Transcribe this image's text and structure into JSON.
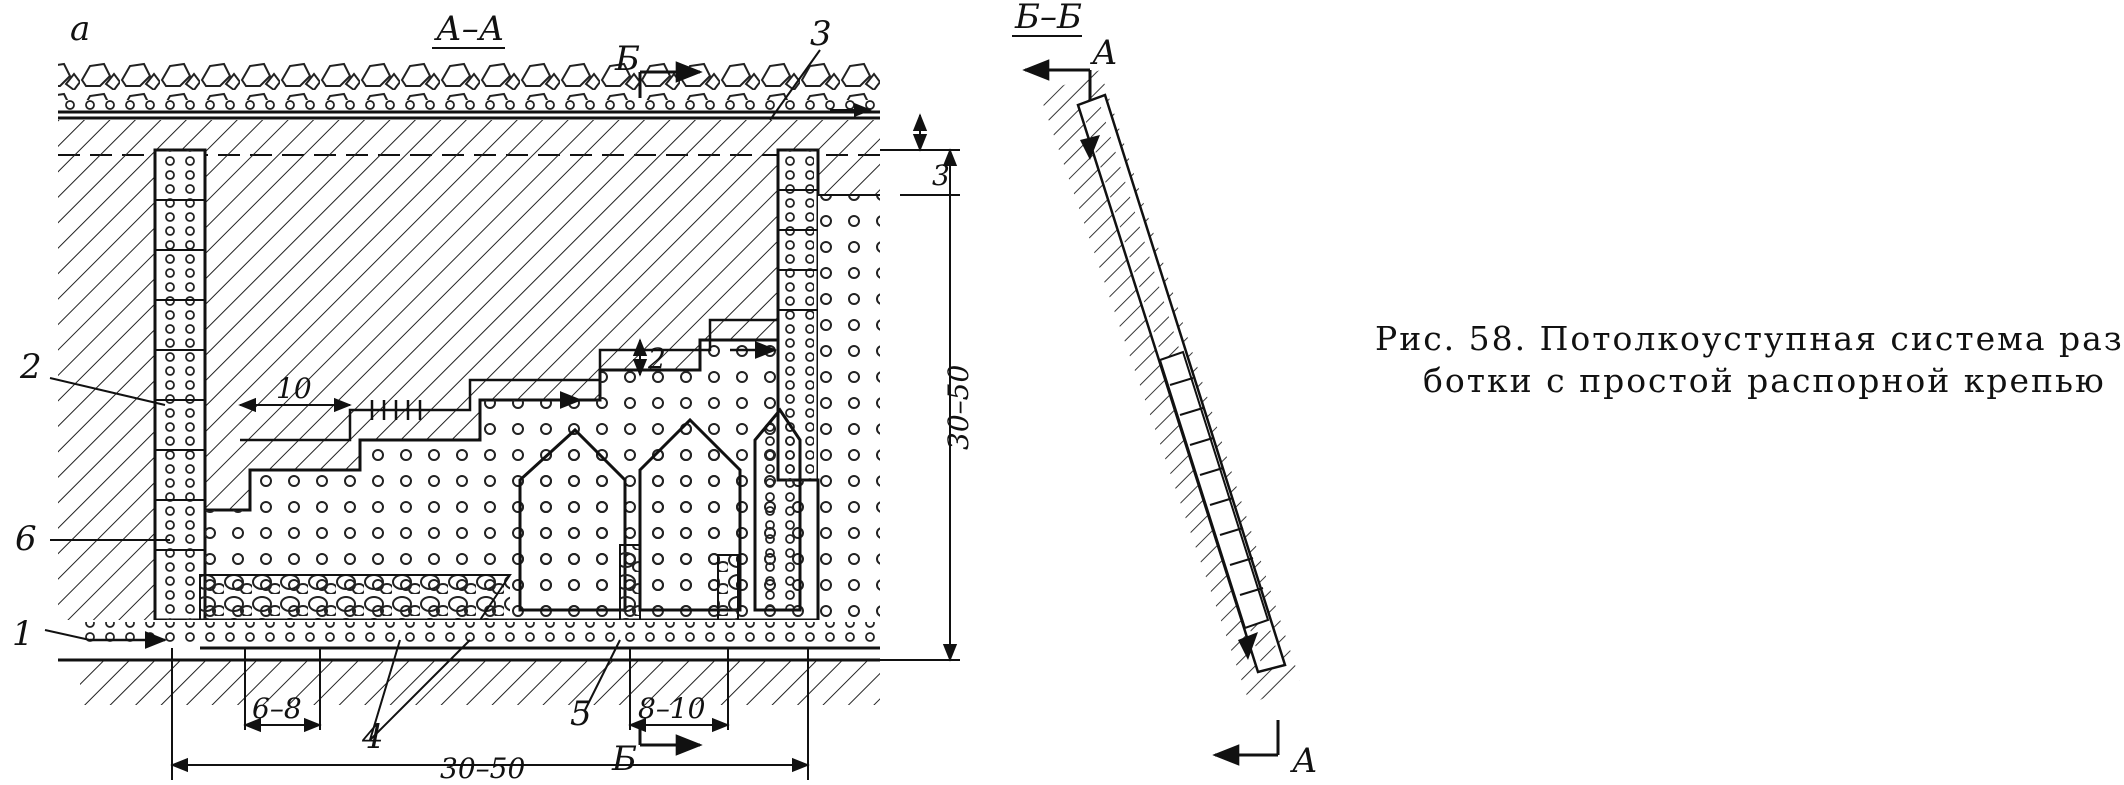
{
  "figure": {
    "panel_label": "а",
    "section_a_title": "А–А",
    "section_b_title": "Б–Б",
    "section_mark_b": "Б",
    "section_mark_a": "А",
    "labels": {
      "n1": "1",
      "n2": "2",
      "n3": "3",
      "n4": "4",
      "n5": "5",
      "n6": "6"
    },
    "dimensions": {
      "d10": "10",
      "d2": "2",
      "d3": "3",
      "d6_8": "6–8",
      "d8_10": "8–10",
      "d30_50_h": "30–50",
      "d30_50_v": "30–50"
    },
    "caption_line1": "Рис. 58. Потолкоуступная система раз",
    "caption_line2": "ботки с простой распорной крепью"
  }
}
